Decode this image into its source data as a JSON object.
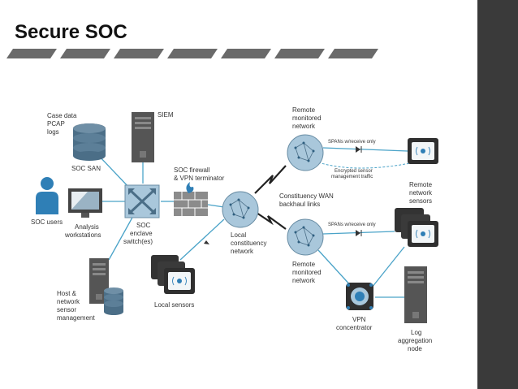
{
  "title": "Secure SOC",
  "colors": {
    "link": "#4aa3c8",
    "device": "#555555",
    "device_dark": "#2f2f2f",
    "cloud": "#a9c7db",
    "accent_blue": "#2f7fb6",
    "firewall": "#8b8b8b",
    "panel": "#3a3a3a"
  },
  "labels": {
    "case_data": [
      "Case data",
      "PCAP",
      "logs"
    ],
    "soc_san": "SOC SAN",
    "siem": "SIEM",
    "soc_firewall": [
      "SOC firewall",
      "& VPN terminator"
    ],
    "soc_users": "SOC users",
    "analysis": [
      "Analysis",
      "workstations"
    ],
    "soc_enclave": [
      "SOC",
      "enclave",
      "switch(es)"
    ],
    "local_constituency": [
      "Local",
      "constituency",
      "network"
    ],
    "host_network": [
      "Host &",
      "network",
      "sensor",
      "management"
    ],
    "local_sensors": "Local sensors",
    "remote_monitored_1": [
      "Remote",
      "monitored",
      "network"
    ],
    "spans_1": "SPANs w/receive only",
    "encrypted": [
      "Encrypted sensor",
      "management traffic"
    ],
    "constituency_wan": [
      "Constituency WAN",
      "backhaul links"
    ],
    "remote_sensors": [
      "Remote",
      "network",
      "sensors"
    ],
    "spans_2": "SPANs w/receive only",
    "remote_monitored_2": [
      "Remote",
      "monitored",
      "network"
    ],
    "vpn": [
      "VPN",
      "concentrator"
    ],
    "log_aggregation": [
      "Log",
      "aggregation",
      "node"
    ]
  },
  "icons": {
    "database": "database-icon",
    "server": "server-tower-icon",
    "user": "user-icon",
    "monitor": "monitor-icon",
    "switch": "switch-icon",
    "firewall": "firewall-icon",
    "cloud": "network-cloud-icon",
    "sensor": "sensor-icon",
    "vpn": "vpn-concentrator-icon",
    "wan": "lightning-link-icon"
  }
}
